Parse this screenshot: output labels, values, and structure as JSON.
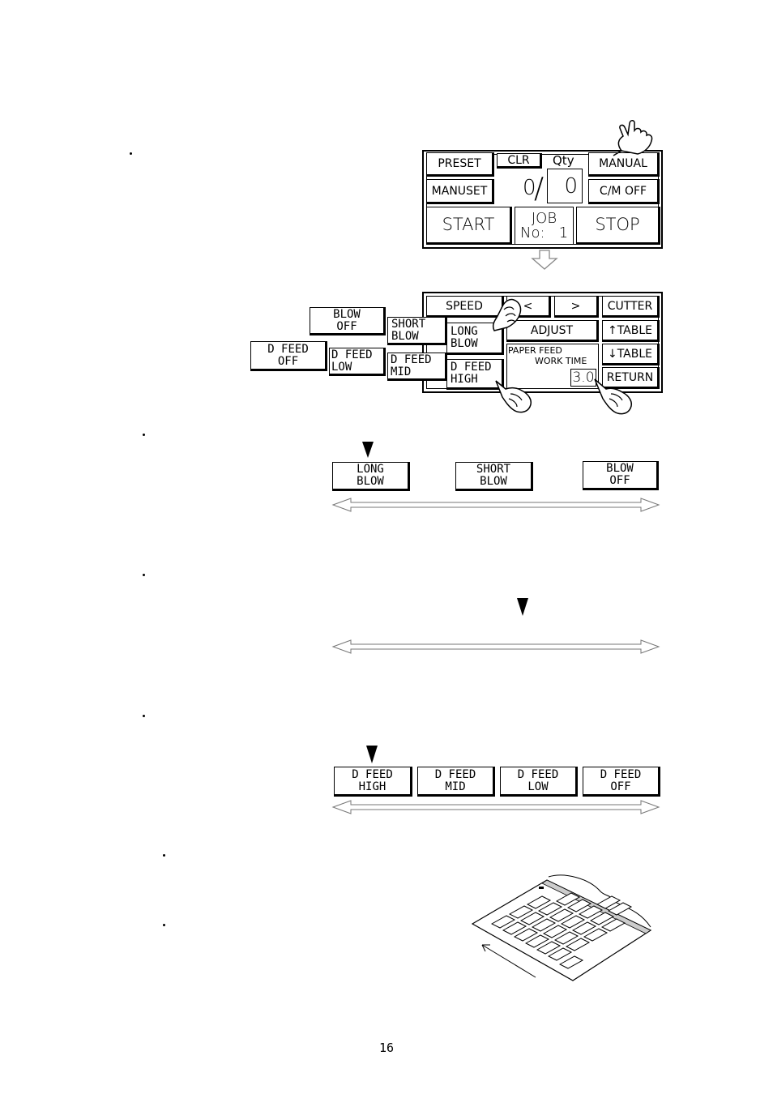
{
  "main_panel": {
    "preset": "PRESET",
    "clr": "CLR",
    "qty_label": "Qty",
    "manual": "MANUAL",
    "manuset": "MANUSET",
    "count": "0",
    "count_slash": "/",
    "qty_value": "0",
    "cm_off": "C/M OFF",
    "start": "START",
    "job_label": "JOB",
    "job_no": "No:   1",
    "stop": "STOP"
  },
  "manual_panel": {
    "speed": "SPEED",
    "left_arrow": "<",
    "right_arrow": ">",
    "cutter": "CUTTER",
    "long_blow": "LONG\nBLOW",
    "adjust": "ADJUST",
    "table_up": "↑TABLE",
    "paper_feed_label": "PAPER FEED",
    "work_time_label": "WORK TIME",
    "work_time_value": "3.0",
    "table_down": "↓TABLE",
    "d_feed_high": "D FEED\nHIGH",
    "return": "RETURN"
  },
  "popups": {
    "blow_off": "BLOW\nOFF",
    "short_blow": "SHORT\nBLOW",
    "d_feed_off": "D FEED\nOFF",
    "d_feed_low": "D FEED\nLOW",
    "d_feed_mid": "D FEED\nMID"
  },
  "blow_row": {
    "long_blow": "LONG\nBLOW",
    "short_blow": "SHORT\nBLOW",
    "blow_off": "BLOW\nOFF"
  },
  "feed_row": {
    "high": "D FEED\nHIGH",
    "mid": "D FEED\nMID",
    "low": "D FEED\nLOW",
    "off": "D FEED\nOFF"
  },
  "page_number": "16"
}
